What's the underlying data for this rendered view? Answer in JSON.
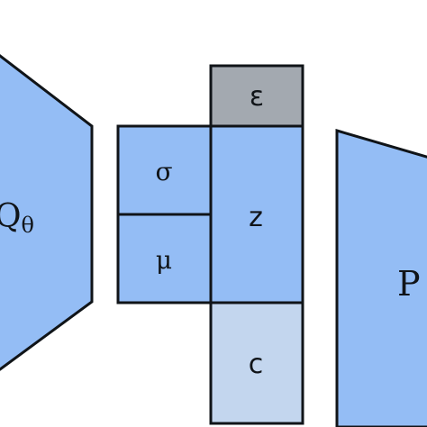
{
  "encoder": {
    "label": "Q",
    "subscript": "θ"
  },
  "blocks": {
    "sigma": "σ",
    "mu": "μ",
    "epsilon": "ε",
    "z": "z",
    "c": "c"
  },
  "decoder": {
    "label": "P"
  },
  "colors": {
    "network_fill": "#94bdf5",
    "latent_fill": "#94bdf5",
    "epsilon_fill": "#a3a9b0",
    "condition_fill": "#c3d6ee",
    "stroke": "#101418"
  }
}
